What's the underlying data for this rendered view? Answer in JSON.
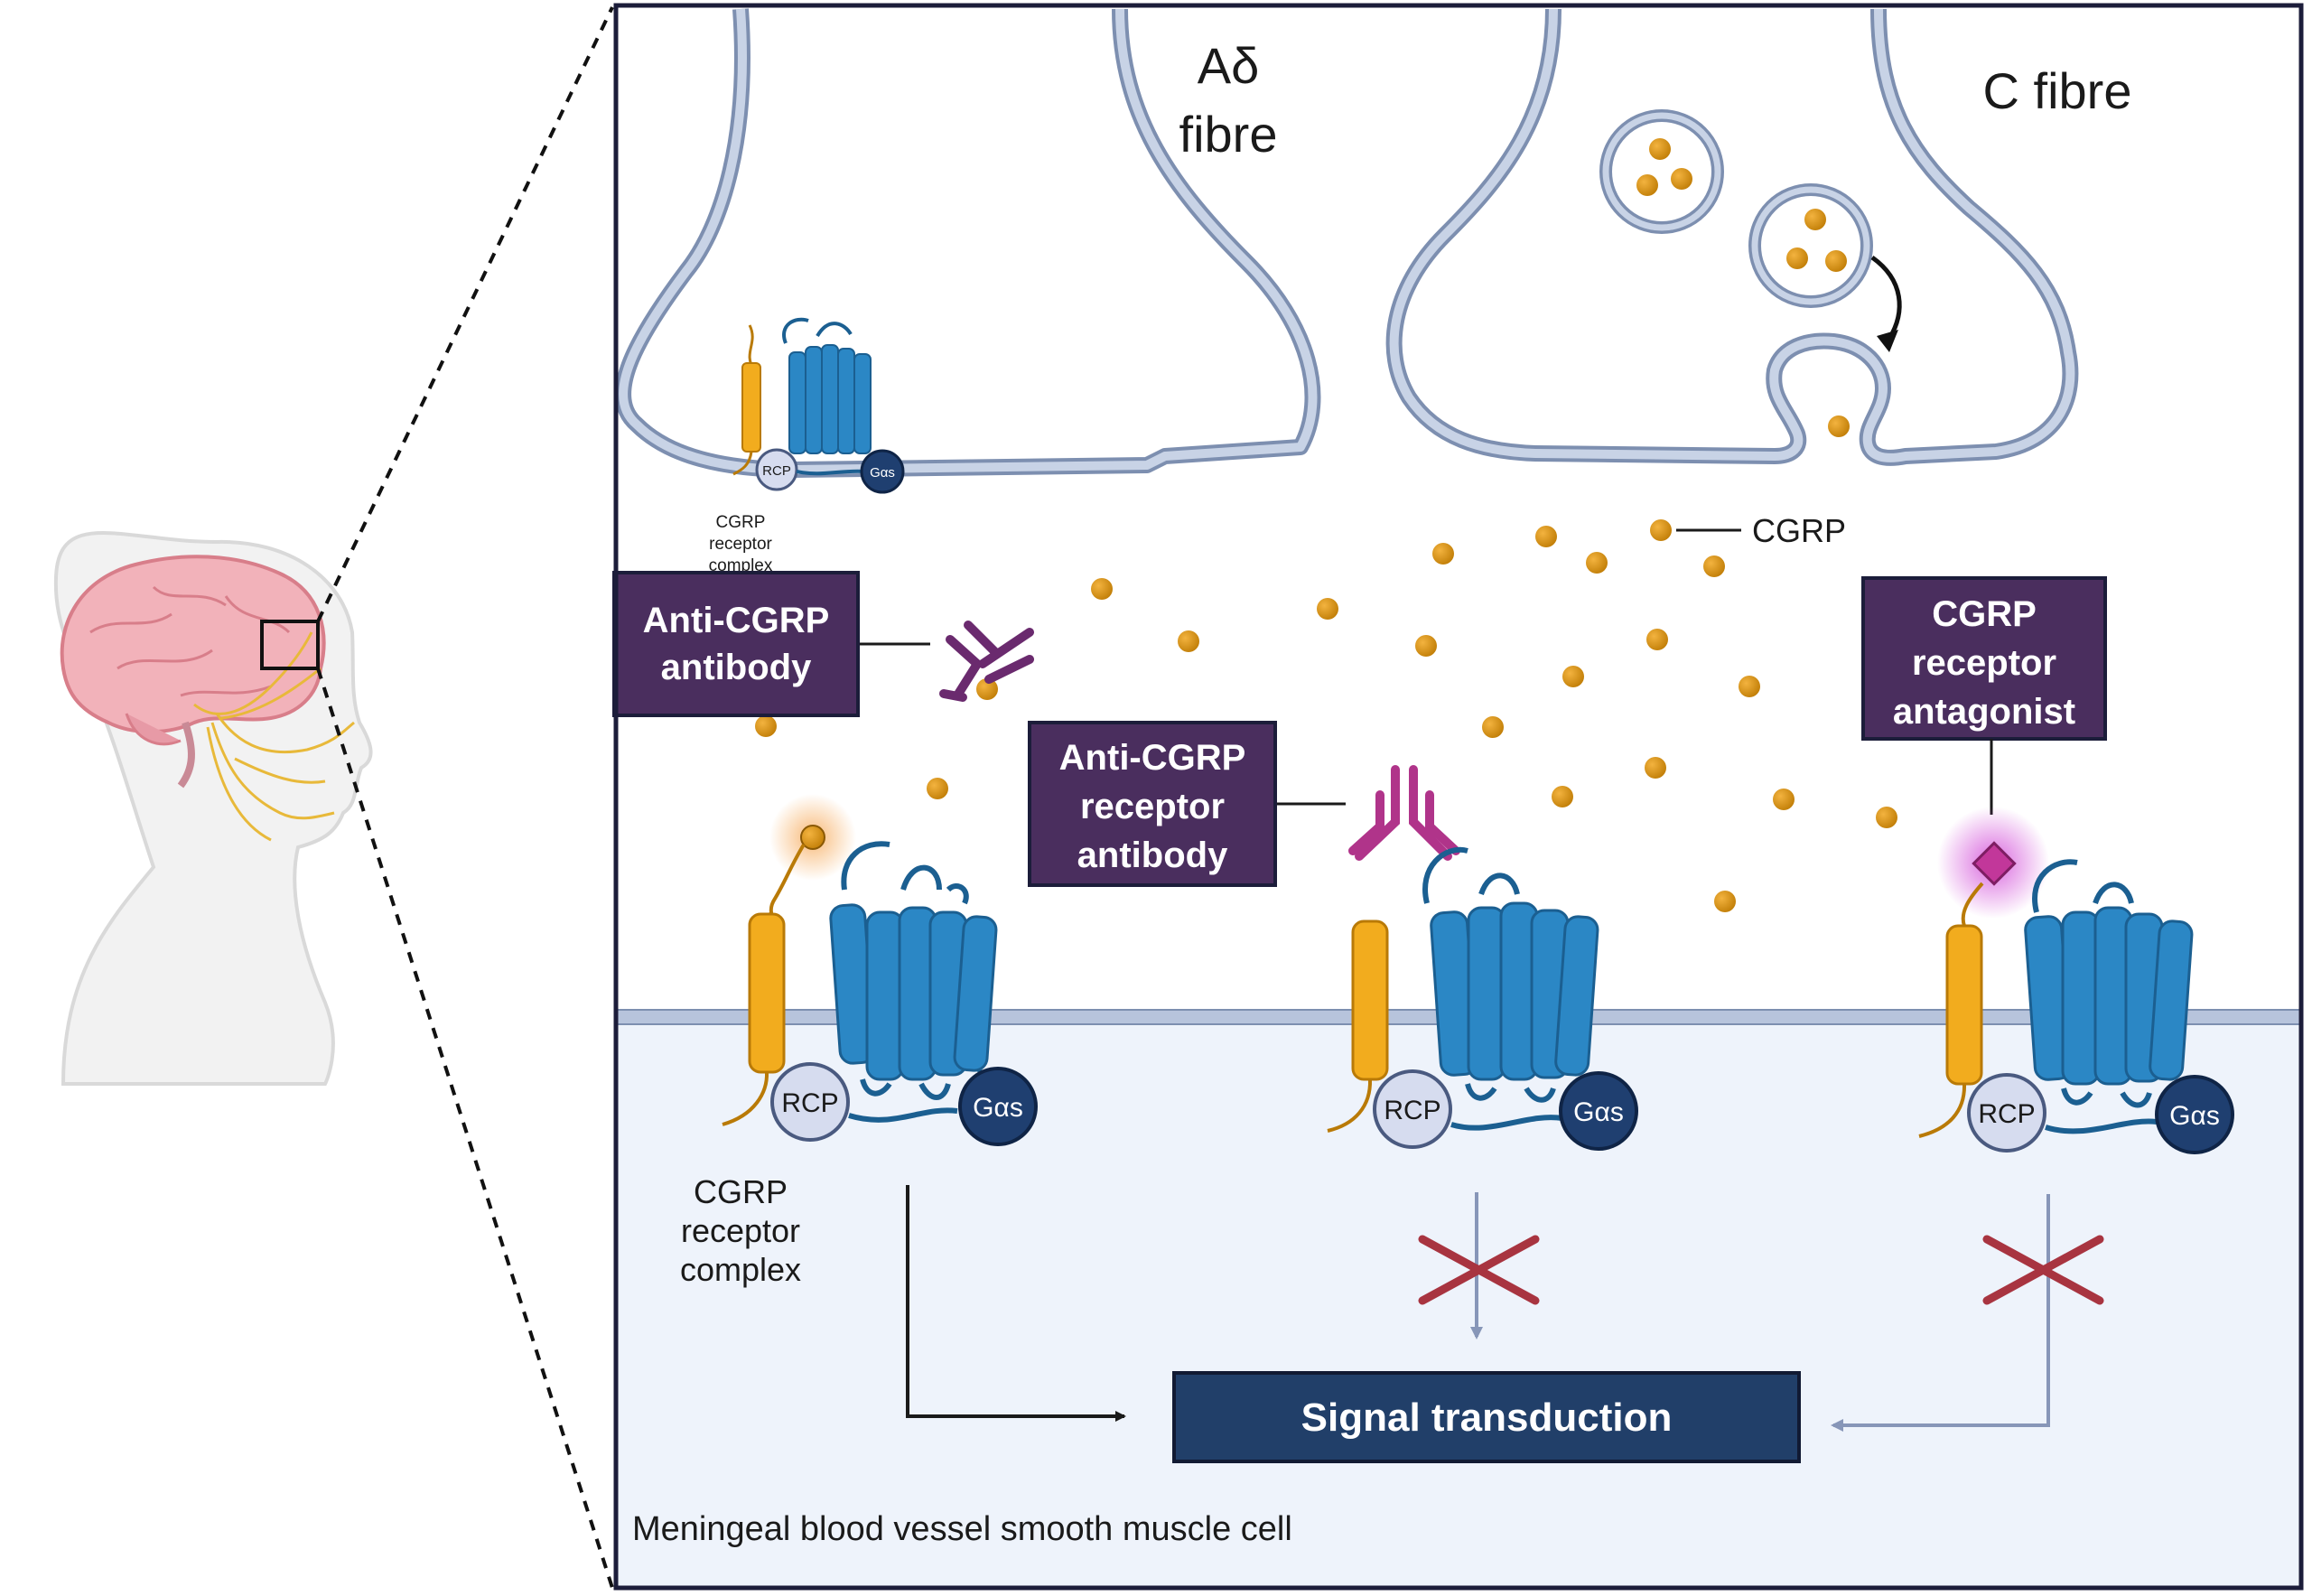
{
  "colors": {
    "frame": "#1c1d3a",
    "membrane": "#b7c4dc",
    "membrane_edge": "#7d8fb0",
    "cell_fill": "#eef3fb",
    "ramp": "#f2ac1e",
    "ramp_edge": "#b97a07",
    "gpcr": "#2b87c5",
    "gpcr_edge": "#1b5f91",
    "rcp": "#d6dcef",
    "rcp_edge": "#4a5a80",
    "gas": "#1f3f70",
    "cgrp_dot": "#d28c0c",
    "label_box": "#4a2e5e",
    "antibody_dark": "#6a2a6e",
    "antibody_pink": "#b0348a",
    "antagonist": "#c2379a",
    "signal_box": "#213f69",
    "cross": "#a83440",
    "arrow_grey": "#8796b8"
  },
  "icons": {
    "brain": "brain-icon",
    "head": "head-silhouette-icon",
    "vesicle": "vesicle-icon",
    "antibody": "antibody-icon"
  },
  "labels": {
    "a_delta_line1": "Aδ",
    "a_delta_line2": "fibre",
    "c_fibre": "C fibre",
    "cgrp": "CGRP",
    "small_complex_line1": "CGRP",
    "small_complex_line2": "receptor",
    "small_complex_line3": "complex",
    "anti_cgrp_line1": "Anti-CGRP",
    "anti_cgrp_line2": "antibody",
    "anti_receptor_line1": "Anti-CGRP",
    "anti_receptor_line2": "receptor",
    "anti_receptor_line3": "antibody",
    "antagonist_line1": "CGRP",
    "antagonist_line2": "receptor",
    "antagonist_line3": "antagonist",
    "complex_line1": "CGRP",
    "complex_line2": "receptor",
    "complex_line3": "complex",
    "rcp": "RCP",
    "gas": "Gαs",
    "signal": "Signal transduction",
    "cell": "Meningeal blood vessel smooth muscle cell"
  }
}
